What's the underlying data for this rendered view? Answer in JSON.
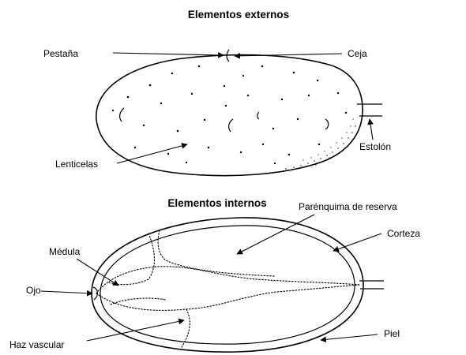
{
  "external": {
    "title": "Elementos externos",
    "labels": {
      "pestana": "Pestaña",
      "ceja": "Ceja",
      "lenticelas": "Lenticelas",
      "estolon": "Estolón"
    }
  },
  "internal": {
    "title": "Elementos internos",
    "labels": {
      "parenquima": "Parénquima de reserva",
      "corteza": "Corteza",
      "medula": "Médula",
      "ojo": "Ojo",
      "haz": "Haz vascular",
      "piel": "Piel"
    }
  }
}
